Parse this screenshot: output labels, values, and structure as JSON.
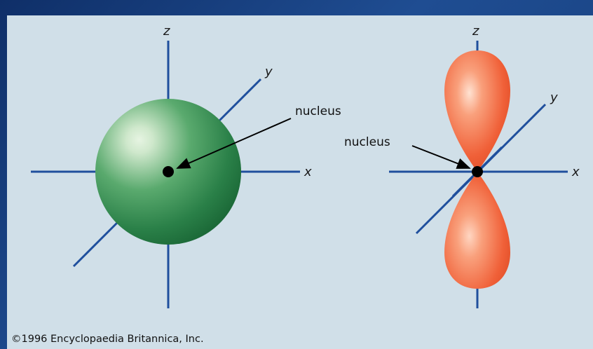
{
  "colors": {
    "background": "#1f4d92",
    "panel": "#d0dfe8",
    "axis": "#1f4f9d",
    "s_orbital": "#2e8a4e",
    "p_orbital": "#f06038",
    "nucleus": "#000000"
  },
  "s_orbital": {
    "axis_labels": {
      "z": "z",
      "y": "y",
      "x": "x"
    },
    "nucleus_label": "nucleus"
  },
  "p_orbital": {
    "axis_labels": {
      "z": "z",
      "y": "y",
      "x": "x"
    },
    "nucleus_label": "nucleus"
  },
  "copyright": "©1996 Encyclopaedia Britannica, Inc."
}
